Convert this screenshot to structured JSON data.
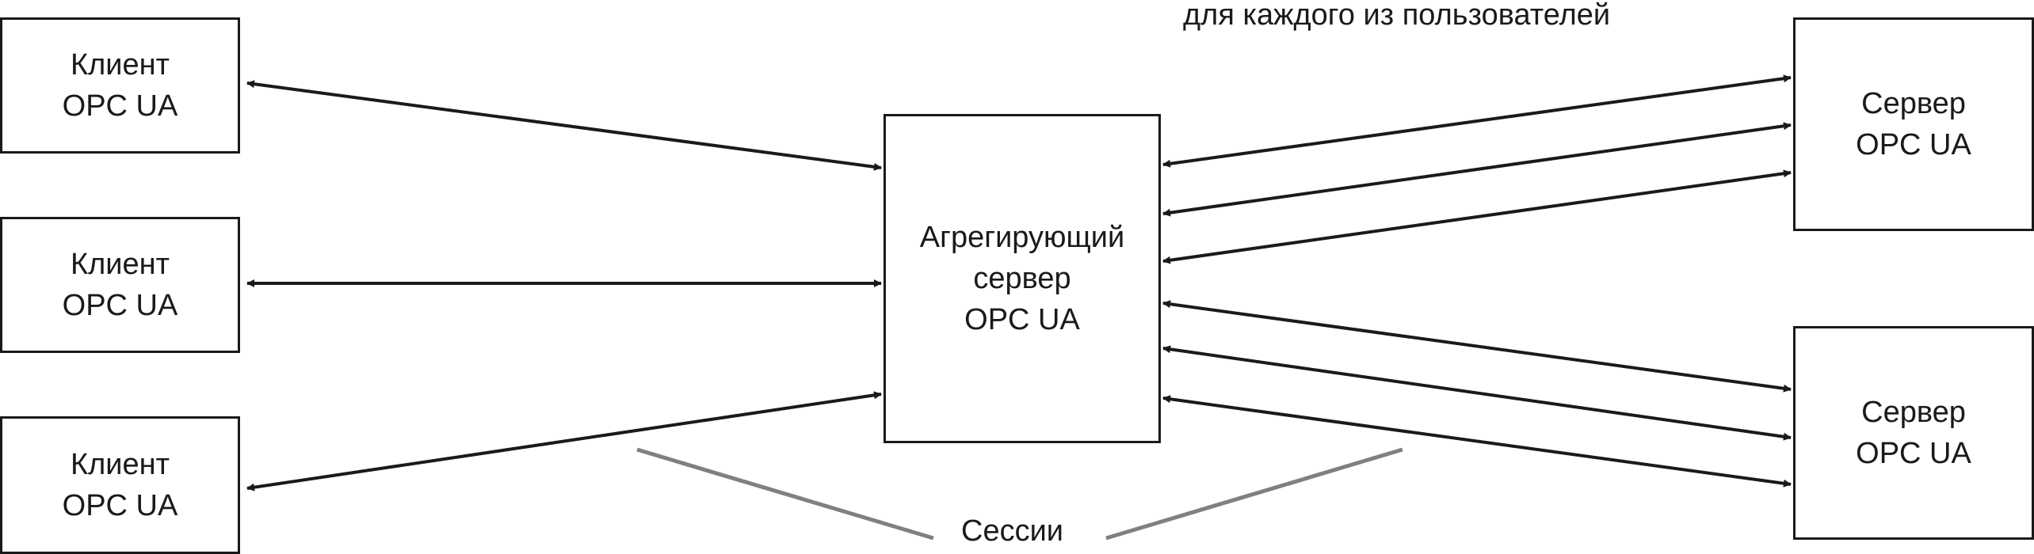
{
  "top_note": "для каждого из пользователей",
  "sessions_label": "Сессии",
  "clients": [
    {
      "line1": "Клиент",
      "line2": "OPC UA"
    },
    {
      "line1": "Клиент",
      "line2": "OPC UA"
    },
    {
      "line1": "Клиент",
      "line2": "OPC UA"
    }
  ],
  "aggregator": {
    "line1": "Агрегирующий",
    "line2": "сервер",
    "line3": "OPC UA"
  },
  "servers": [
    {
      "line1": "Сервер",
      "line2": "OPC UA"
    },
    {
      "line1": "Сервер",
      "line2": "OPC UA"
    }
  ],
  "colors": {
    "line": "#1a1a1a",
    "session_line": "#808080"
  }
}
